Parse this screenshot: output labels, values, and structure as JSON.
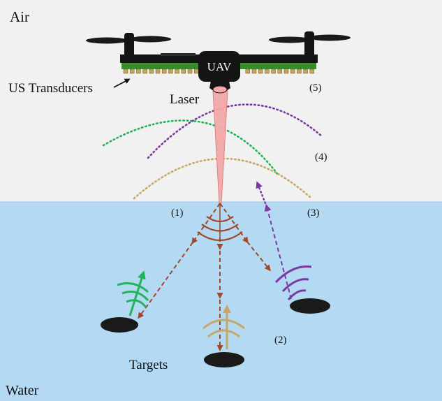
{
  "labels": {
    "air": "Air",
    "water": "Water",
    "uav": "UAV",
    "us_transducers": "US Transducers",
    "laser": "Laser",
    "targets": "Targets",
    "step1": "(1)",
    "step2": "(2)",
    "step3": "(3)",
    "step4": "(4)",
    "step5": "(5)"
  },
  "colors": {
    "air": "#f1f1f1",
    "water": "#b4d9f2",
    "laser": "#f4a9a9",
    "acoustic_origin": "#a0482b",
    "wave_green": "#22b45a",
    "wave_gold": "#c6a765",
    "wave_purple": "#7b3aa0",
    "transducer": "#3b8a2e",
    "drone_body": "#141414",
    "target": "#1a1a1a"
  }
}
